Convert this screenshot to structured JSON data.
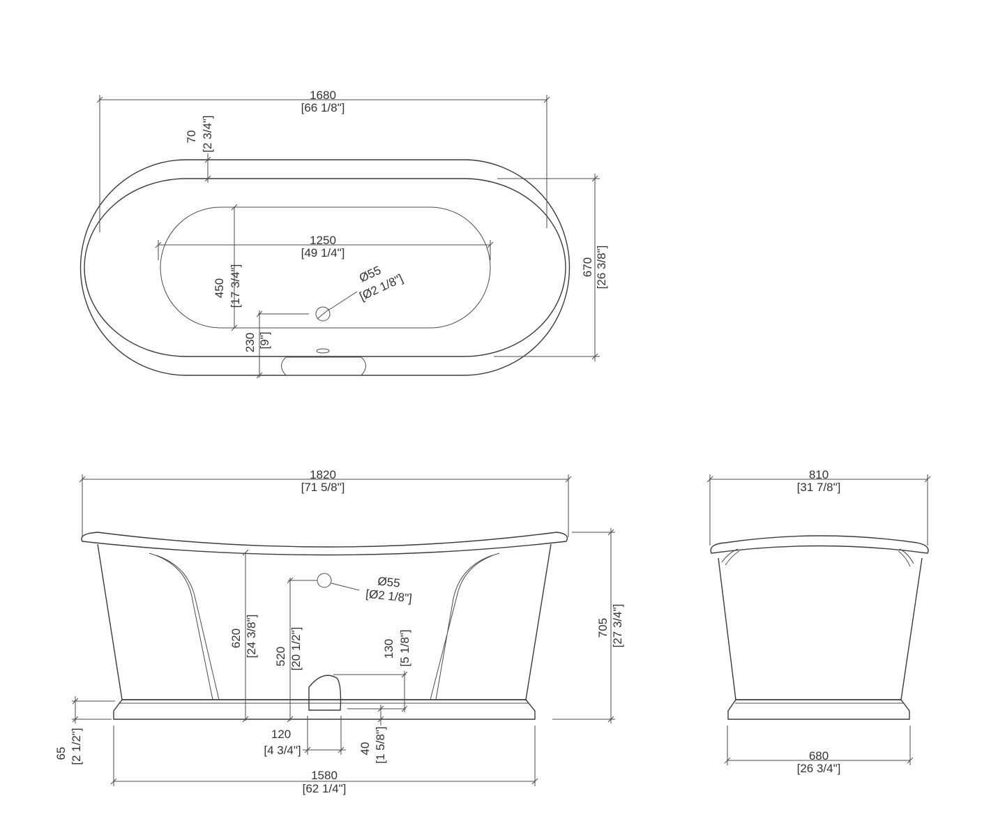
{
  "top_view": {
    "overall_length": {
      "mm": "1680",
      "in": "[66 1/8\"]"
    },
    "rim_width": {
      "mm": "70",
      "in": "[2 3/4\"]"
    },
    "inner_length": {
      "mm": "1250",
      "in": "[49 1/4\"]"
    },
    "inner_width": {
      "mm": "450",
      "in": "[17 3/4\"]"
    },
    "drain_diameter": {
      "mm": "Ø55",
      "in": "[Ø2 1/8\"]"
    },
    "drain_offset": {
      "mm": "230",
      "in": "[9\"]"
    },
    "overall_width": {
      "mm": "670",
      "in": "[26 3/8\"]"
    }
  },
  "side_view": {
    "overall_length": {
      "mm": "1820",
      "in": "[71 5/8\"]"
    },
    "overflow_diameter": {
      "mm": "Ø55",
      "in": "[Ø2 1/8\"]"
    },
    "overflow_height": {
      "mm": "620",
      "in": "[24 3/8\"]"
    },
    "overflow_to_drain": {
      "mm": "520",
      "in": "[20 1/2\"]"
    },
    "outlet_height": {
      "mm": "130",
      "in": "[5 1/8\"]"
    },
    "overall_height": {
      "mm": "705",
      "in": "[27 3/4\"]"
    },
    "plinth_height": {
      "mm": "65",
      "in": "[2 1/2\"]"
    },
    "outlet_width": {
      "mm": "120",
      "in": "[4 3/4\"]"
    },
    "outlet_base": {
      "mm": "40",
      "in": "[1 5/8\"]"
    },
    "base_length": {
      "mm": "1580",
      "in": "[62 1/4\"]"
    }
  },
  "end_view": {
    "top_width": {
      "mm": "810",
      "in": "[31 7/8\"]"
    },
    "base_width": {
      "mm": "680",
      "in": "[26 3/4\"]"
    }
  }
}
